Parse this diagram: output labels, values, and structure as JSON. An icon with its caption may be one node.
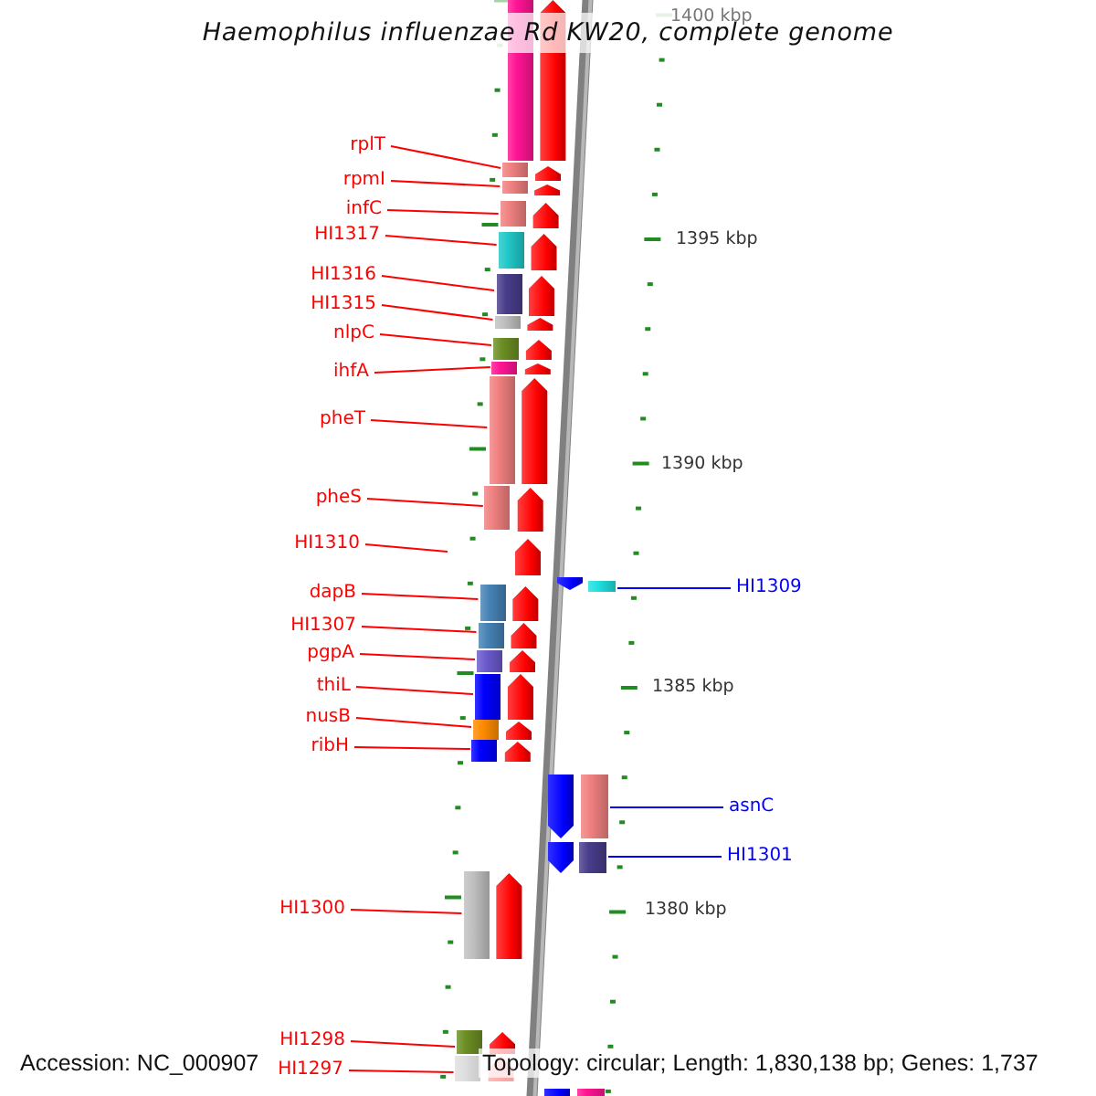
{
  "diagram": {
    "title": "Haemophilus influenzae Rd KW20, complete genome",
    "nodes": [
      {
        "text": [
          "rplT"
        ]
      },
      {
        "text": [
          "rpmI"
        ]
      },
      {
        "text": [
          "infC"
        ]
      },
      {
        "text": [
          "HI1317"
        ]
      },
      {
        "text": [
          "HI1316"
        ]
      },
      {
        "text": [
          "HI1315"
        ]
      },
      {
        "text": [
          "nlpC"
        ]
      },
      {
        "text": [
          "ihfA"
        ]
      },
      {
        "text": [
          "pheT"
        ]
      },
      {
        "text": [
          "pheS"
        ]
      },
      {
        "text": [
          "HI1310"
        ]
      },
      {
        "text": [
          "HI1309"
        ]
      },
      {
        "text": [
          "dapB"
        ]
      },
      {
        "text": [
          "HI1307"
        ]
      },
      {
        "text": [
          "pgpA"
        ]
      },
      {
        "text": [
          "thiL"
        ]
      },
      {
        "text": [
          "nusB"
        ]
      },
      {
        "text": [
          "ribH"
        ]
      },
      {
        "text": [
          "asnC"
        ]
      },
      {
        "text": [
          "HI1301"
        ]
      },
      {
        "text": [
          "HI1300"
        ]
      },
      {
        "text": [
          "HI1298"
        ]
      },
      {
        "text": [
          "HI1297"
        ]
      },
      {
        "text": [],
        "shape": "bar"
      },
      {
        "text": [],
        "shape": "bar"
      },
      {
        "text": [],
        "shape": "bar"
      },
      {
        "text": [],
        "shape": "bar"
      },
      {
        "text": [],
        "shape": "bar"
      },
      {
        "text": [],
        "shape": "bar"
      },
      {
        "text": [],
        "shape": "bar"
      },
      {
        "text": [],
        "shape": "bar"
      },
      {
        "text": [],
        "shape": "bar"
      },
      {
        "text": [],
        "shape": "bar"
      },
      {
        "text": [],
        "shape": "bar"
      },
      {
        "text": [],
        "shape": "bar"
      },
      {
        "text": [],
        "shape": "bar"
      },
      {
        "text": [],
        "shape": "bar"
      },
      {
        "text": [],
        "shape": "bar"
      },
      {
        "text": [],
        "shape": "bar"
      },
      {
        "text": [],
        "shape": "bar"
      },
      {
        "text": [],
        "shape": "bar"
      },
      {
        "text": [],
        "shape": "bar"
      },
      {
        "text": [],
        "shape": "bar"
      },
      {
        "text": [],
        "shape": "bar"
      },
      {
        "text": [],
        "shape": "bar"
      },
      {
        "text": [],
        "shape": "bar"
      },
      {
        "text": [],
        "shape": "bar"
      },
      {
        "text": [],
        "shape": "arrow"
      },
      {
        "text": [],
        "shape": "arrow"
      },
      {
        "text": [],
        "shape": "arrow"
      },
      {
        "text": [],
        "shape": "arrow"
      },
      {
        "text": [],
        "shape": "arrow"
      },
      {
        "text": [],
        "shape": "arrow"
      },
      {
        "text": [],
        "shape": "arrow"
      },
      {
        "text": [],
        "shape": "arrow"
      },
      {
        "text": [],
        "shape": "arrow"
      },
      {
        "text": [],
        "shape": "arrow"
      },
      {
        "text": [],
        "shape": "arrow"
      },
      {
        "text": [],
        "shape": "arrow"
      },
      {
        "text": [],
        "shape": "arrow"
      },
      {
        "text": [],
        "shape": "arrow"
      },
      {
        "text": [],
        "shape": "arrow"
      },
      {
        "text": [],
        "shape": "arrow"
      },
      {
        "text": [],
        "shape": "arrow"
      },
      {
        "text": [],
        "shape": "arrow"
      },
      {
        "text": [],
        "shape": "arrow"
      },
      {
        "text": [],
        "shape": "arrow"
      },
      {
        "text": [],
        "shape": "arrow"
      },
      {
        "text": [],
        "shape": "arrow"
      },
      {
        "text": [],
        "shape": "arrow"
      },
      {
        "text": [],
        "shape": "arrow"
      },
      {
        "text": [],
        "shape": "arrow"
      }
    ],
    "edges": [
      {
        "from": 0,
        "to": 24,
        "arrow": "none"
      },
      {
        "from": 1,
        "to": 25,
        "arrow": "none"
      },
      {
        "from": 2,
        "to": 26,
        "arrow": "none"
      },
      {
        "from": 3,
        "to": 27,
        "arrow": "none"
      },
      {
        "from": 4,
        "to": 28,
        "arrow": "none"
      },
      {
        "from": 5,
        "to": 29,
        "arrow": "none"
      },
      {
        "from": 6,
        "to": 30,
        "arrow": "none"
      },
      {
        "from": 7,
        "to": 31,
        "arrow": "none"
      },
      {
        "from": 8,
        "to": 32,
        "arrow": "none"
      },
      {
        "from": 9,
        "to": 33,
        "arrow": "none"
      },
      {
        "from": 10,
        "to": null,
        "arrow": "none"
      },
      {
        "from": 11,
        "to": 34,
        "arrow": "none",
        "color": "#0000ff"
      },
      {
        "from": 12,
        "to": 35,
        "arrow": "none"
      },
      {
        "from": 13,
        "to": 36,
        "arrow": "none"
      },
      {
        "from": 14,
        "to": 37,
        "arrow": "none"
      },
      {
        "from": 15,
        "to": 38,
        "arrow": "none"
      },
      {
        "from": 16,
        "to": 39,
        "arrow": "none"
      },
      {
        "from": 17,
        "to": 40,
        "arrow": "none"
      },
      {
        "from": 18,
        "to": 41,
        "arrow": "none",
        "color": "#0000ff"
      },
      {
        "from": 19,
        "to": 42,
        "arrow": "none",
        "color": "#0000ff"
      },
      {
        "from": 20,
        "to": 43,
        "arrow": "none"
      },
      {
        "from": 21,
        "to": 44,
        "arrow": "none"
      },
      {
        "from": 22,
        "to": 45,
        "arrow": "none"
      }
    ],
    "labels": [
      "1400 kbp",
      "1395 kbp",
      "1390 kbp",
      "1385 kbp",
      "1380 kbp",
      "Accession: NC_000907",
      "Topology: circular; Length: 1,830,138 bp; Genes: 1,737"
    ]
  }
}
